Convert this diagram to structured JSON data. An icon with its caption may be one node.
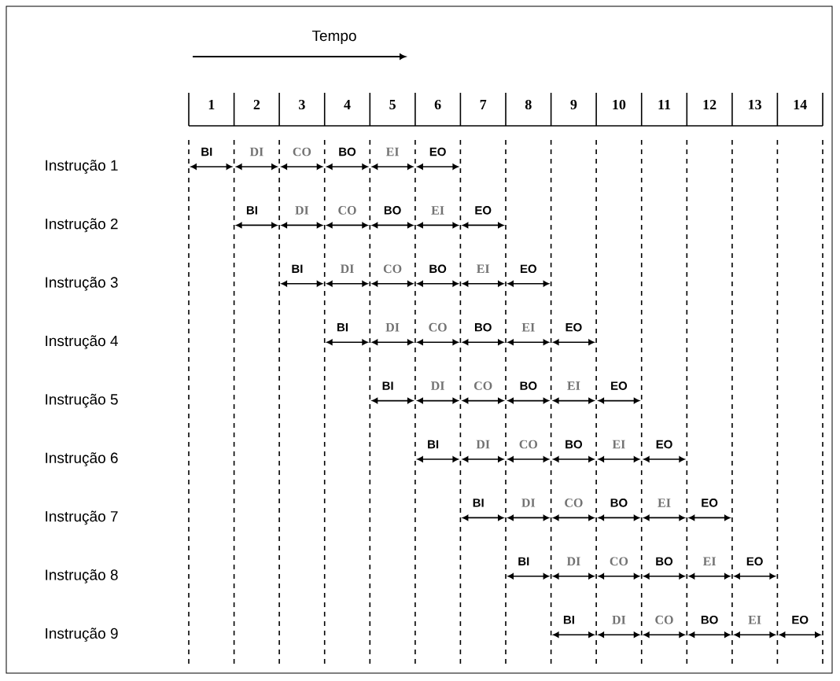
{
  "diagram": {
    "labels": [
      "Tempo",
      "1",
      "2",
      "3",
      "4",
      "5",
      "6",
      "7",
      "8",
      "9",
      "10",
      "11",
      "12",
      "13",
      "14",
      "Instrução 1",
      "BI",
      "DI",
      "CO",
      "BO",
      "EI",
      "EO",
      "Instrução 2",
      "BI",
      "DI",
      "CO",
      "BO",
      "EI",
      "EO",
      "Instrução 3",
      "BI",
      "DI",
      "CO",
      "BO",
      "EI",
      "EO",
      "Instrução 4",
      "BI",
      "DI",
      "CO",
      "BO",
      "EI",
      "EO",
      "Instrução 5",
      "BI",
      "DI",
      "CO",
      "BO",
      "EI",
      "EO",
      "Instrução 6",
      "BI",
      "DI",
      "CO",
      "BO",
      "EI",
      "EO",
      "Instrução 7",
      "BI",
      "DI",
      "CO",
      "BO",
      "EI",
      "EO",
      "Instrução 8",
      "BI",
      "DI",
      "CO",
      "BO",
      "EI",
      "EO",
      "Instrução 9",
      "BI",
      "DI",
      "CO",
      "BO",
      "EI",
      "EO"
    ]
  }
}
